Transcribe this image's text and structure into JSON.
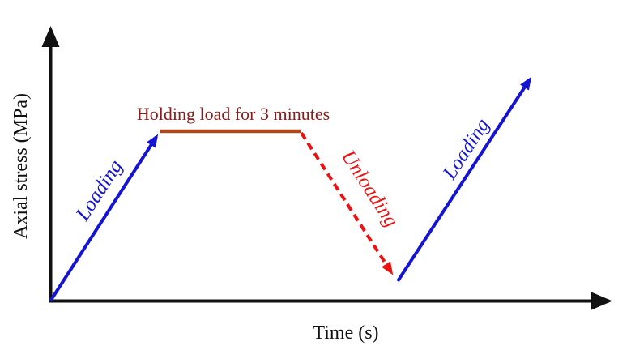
{
  "figure": {
    "y_axis_label": "Axial stress (MPa)",
    "x_axis_label": "Time (s)",
    "phases": [
      {
        "id": "loading-1",
        "label": "Loading",
        "line_style": "solid"
      },
      {
        "id": "holding",
        "label": "Holding load for 3 minutes",
        "line_style": "solid"
      },
      {
        "id": "unloading",
        "label": "Unloading",
        "line_style": "dashed"
      },
      {
        "id": "loading-2",
        "label": "Loading",
        "line_style": "solid"
      }
    ],
    "colors": {
      "axis": "#111111",
      "loading_blue": "#1414d2",
      "holding_line_brown": "#a84a1b",
      "holding_text_maroon": "#8b1a1a",
      "unloading_red": "#ee1111",
      "background": "#ffffff"
    }
  }
}
